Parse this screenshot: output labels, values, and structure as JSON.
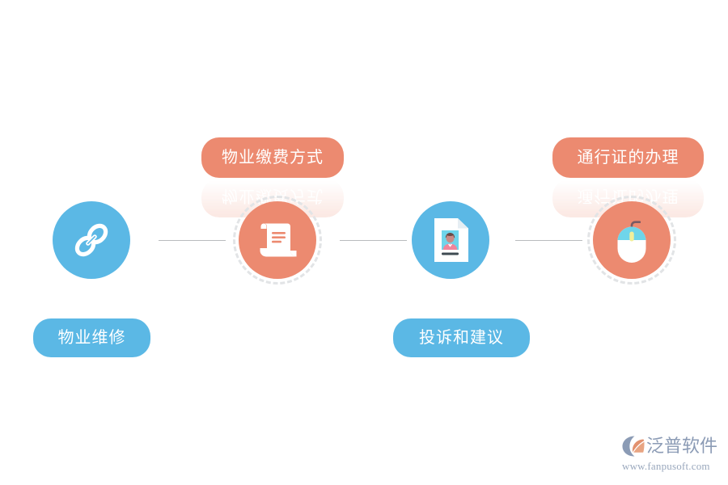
{
  "page": {
    "title": "物业服务流程图",
    "background_color": "#ffffff"
  },
  "theme": {
    "orange": "#ec8a70",
    "blue": "#5bb8e5",
    "connector_line": "#b9bcbe",
    "ring_dash": "#e2e4e6",
    "label_text": "#ffffff"
  },
  "diagram": {
    "nodes": [
      {
        "id": "node-1",
        "icon": "chain-link-icon",
        "circle_color": "#5bb8e5",
        "label": "物业维修",
        "label_color": "#5bb8e5",
        "label_position": "bottom",
        "has_dashed_ring": false
      },
      {
        "id": "node-2",
        "icon": "scroll-document-icon",
        "circle_color": "#ec8a70",
        "label": "物业缴费方式",
        "label_color": "#ec8a70",
        "label_position": "top",
        "has_dashed_ring": true
      },
      {
        "id": "node-3",
        "icon": "id-card-icon",
        "circle_color": "#5bb8e5",
        "label": "投诉和建议",
        "label_color": "#5bb8e5",
        "label_position": "bottom",
        "has_dashed_ring": false
      },
      {
        "id": "node-4",
        "icon": "computer-mouse-icon",
        "circle_color": "#ec8a70",
        "label": "通行证的办理",
        "label_color": "#ec8a70",
        "label_position": "top",
        "has_dashed_ring": true
      }
    ],
    "connectors": [
      {
        "id": "connector-1",
        "from": "node-1",
        "to": "node-2"
      },
      {
        "id": "connector-2",
        "from": "node-2",
        "to": "node-3"
      },
      {
        "id": "connector-3",
        "from": "node-3",
        "to": "node-4"
      }
    ]
  },
  "watermark": {
    "brand_name": "泛普软件",
    "url": "www.fanpusoft.com",
    "mark_color_primary": "#8b9bb5",
    "mark_color_accent": "#e2916f",
    "text_color": "#8b9bb5"
  }
}
